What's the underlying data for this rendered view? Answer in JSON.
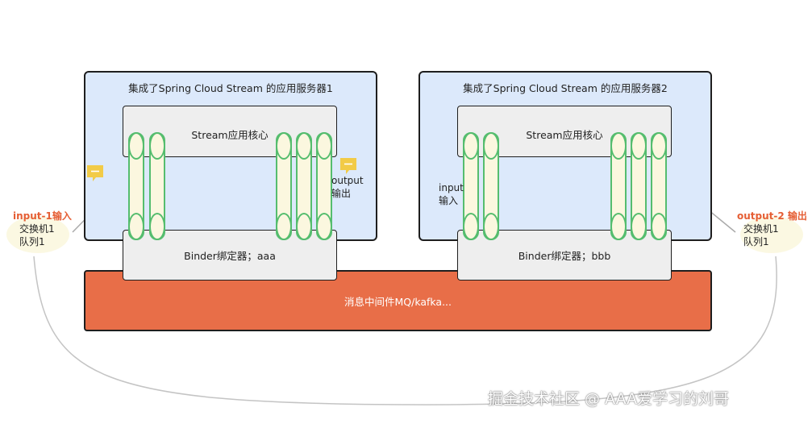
{
  "mq": {
    "label": "消息中间件MQ/kafka..."
  },
  "servers": [
    {
      "title": "集成了Spring Cloud Stream 的应用服务器1",
      "core_label": "Stream应用核心",
      "binder_label": "Binder绑定器；aaa",
      "port_label_line1": "output",
      "port_label_line2": "输出"
    },
    {
      "title": "集成了Spring Cloud Stream 的应用服务器2",
      "core_label": "Stream应用核心",
      "binder_label": "Binder绑定器；bbb",
      "port_label_line1": "input",
      "port_label_line2": "输入"
    }
  ],
  "external": {
    "left": {
      "title": "input-1输入",
      "line1": "交换机1",
      "line2": "队列1"
    },
    "right": {
      "title": "output-2 输出",
      "line1": "交换机1",
      "line2": "队列1"
    }
  },
  "colors": {
    "server_bg": "#dce9fb",
    "mq": "#e86e48",
    "pipe_border": "#55bd6e",
    "pipe_fill": "#fbf7df",
    "accent_text": "#e55e34",
    "note_icon": "#f2cb47"
  },
  "icons": [
    "note-icon",
    "arrow-icon"
  ],
  "watermark": "掘金技术社区 @ AAA爱学习的刘哥"
}
